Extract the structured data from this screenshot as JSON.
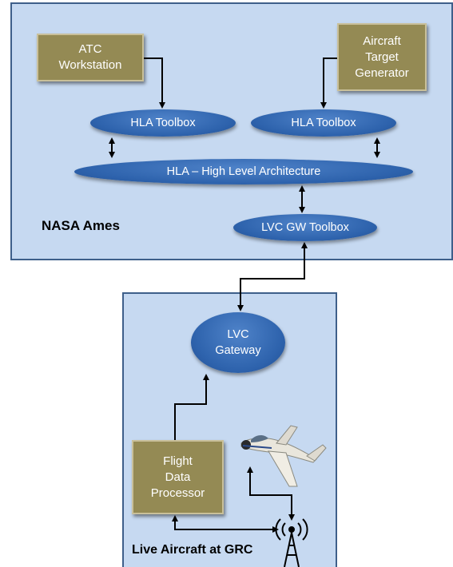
{
  "nodes": {
    "atc_workstation": "ATC\nWorkstation",
    "aircraft_target_generator": "Aircraft\nTarget\nGenerator",
    "hla_toolbox_left": "HLA Toolbox",
    "hla_toolbox_right": "HLA Toolbox",
    "hla_architecture": "HLA – High Level Architecture",
    "lvc_gw_toolbox": "LVC GW Toolbox",
    "lvc_gateway": "LVC\nGateway",
    "flight_data_processor": "Flight\nData\nProcessor"
  },
  "labels": {
    "nasa_ames": "NASA Ames",
    "live_aircraft": "Live Aircraft  at GRC"
  },
  "colors": {
    "panel_fill": "#c6d9f1",
    "panel_border": "#3e5f8a",
    "box_fill": "#948a54",
    "ellipse_fill": "#2e63ad"
  },
  "icons": [
    "aircraft-image",
    "radio-tower-icon"
  ]
}
